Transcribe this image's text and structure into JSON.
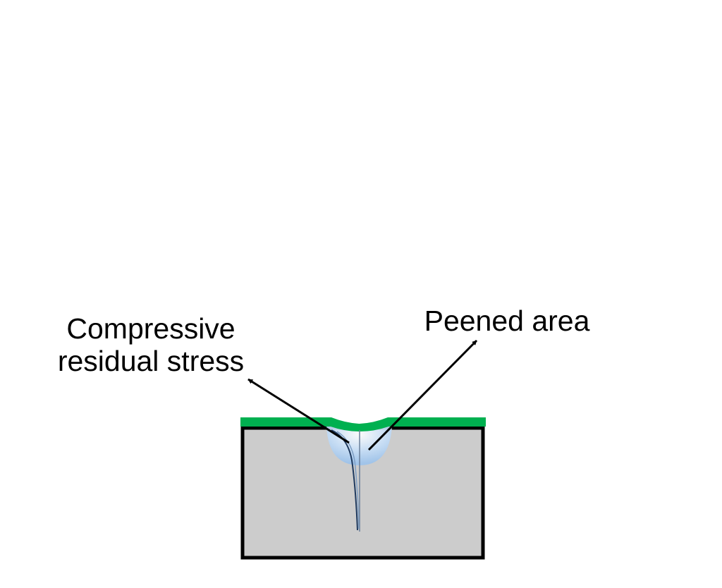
{
  "labels": {
    "compressive_line1": "Compressive",
    "compressive_line2": "residual stress",
    "peened": "Peened area"
  },
  "colors": {
    "background": "#ffffff",
    "substrate_fill": "#cccccc",
    "substrate_border": "#000000",
    "surface_layer": "#00b050",
    "peened_zone": "#a9cdf2",
    "stress_curve": "#1f3a5f",
    "arrow": "#000000"
  }
}
